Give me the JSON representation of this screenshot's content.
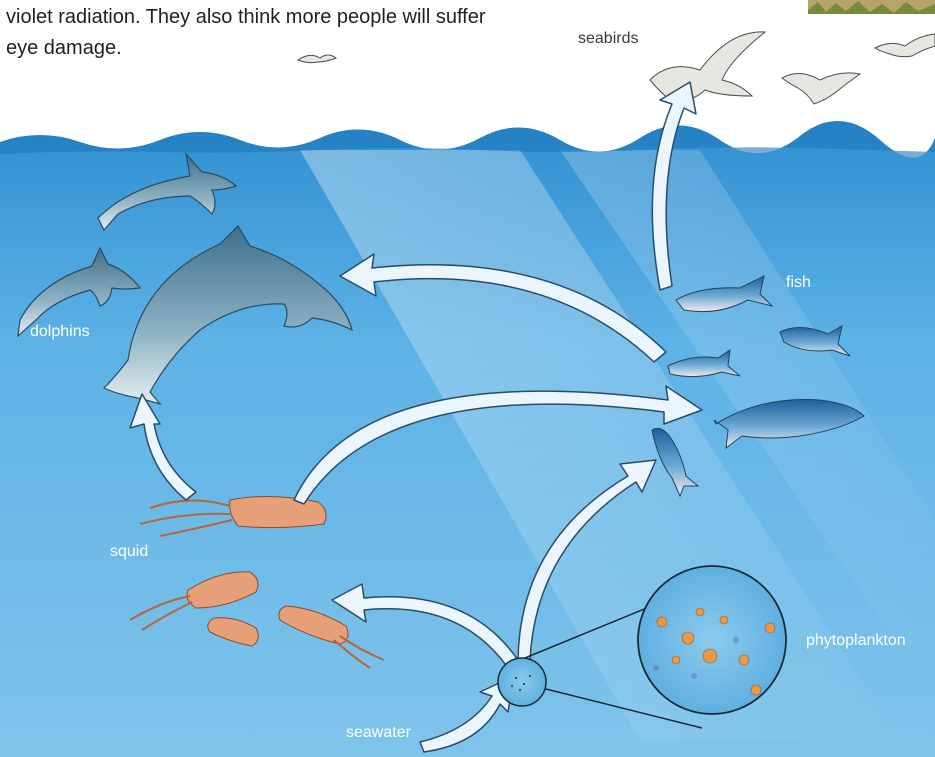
{
  "intro_text": {
    "line1": "violet radiation. They also think more people will suffer",
    "line2": "eye damage."
  },
  "labels": {
    "seabirds": "seabirds",
    "fish": "fish",
    "dolphins": "dolphins",
    "squid": "squid",
    "phytoplankton": "phytoplankton",
    "seawater": "seawater"
  },
  "colors": {
    "ocean_top": "#2c8fd0",
    "ocean_bottom": "#7cc3ea",
    "arrow_fill": "#eaf6fc",
    "arrow_stroke": "#2a4c6a"
  }
}
